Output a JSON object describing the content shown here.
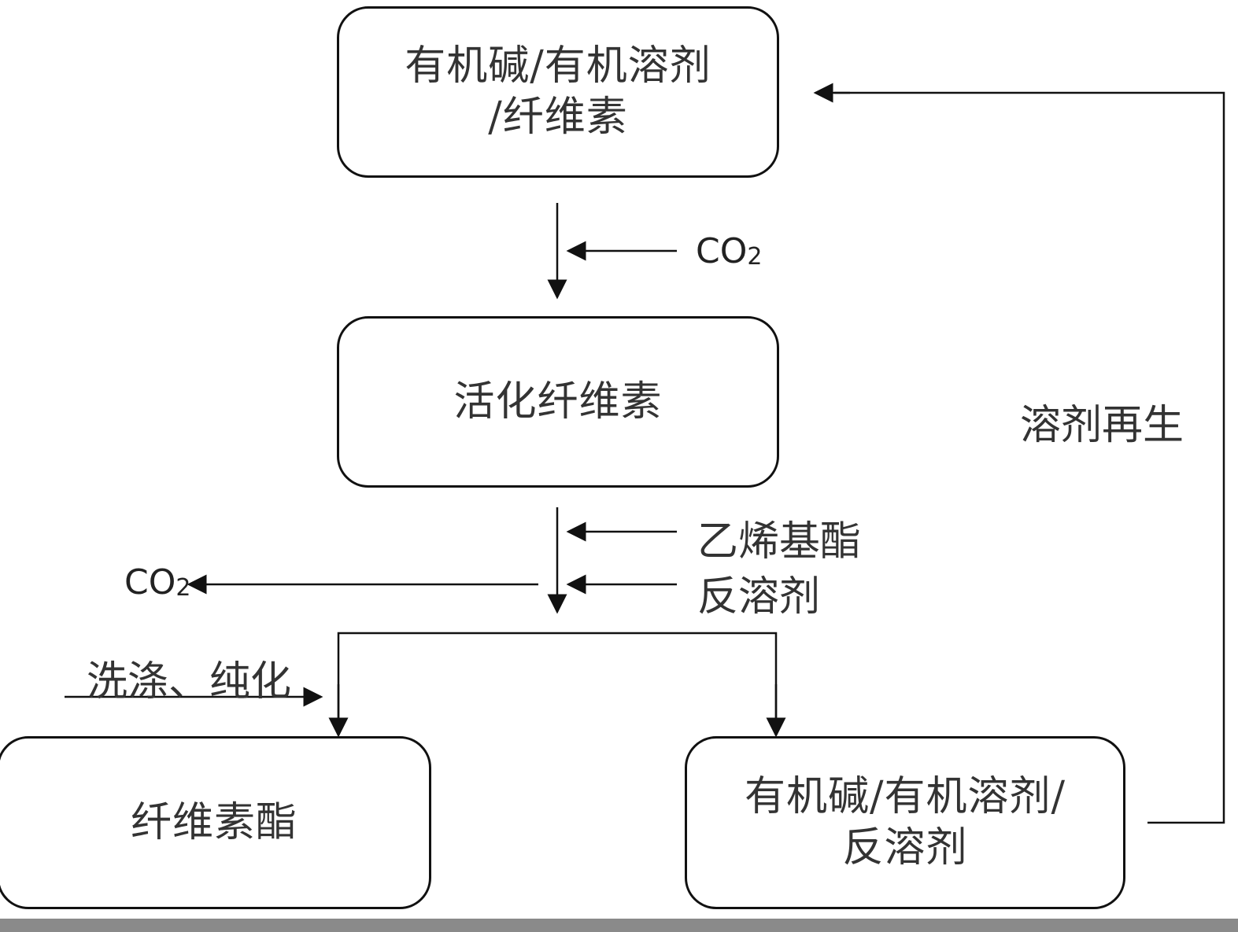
{
  "boxes": {
    "top": {
      "line1": "有机碱/有机溶剂",
      "line2": "/纤维素"
    },
    "middle": {
      "text": "活化纤维素"
    },
    "bottom_left": {
      "text": "纤维素酯"
    },
    "bottom_right": {
      "line1": "有机碱/有机溶剂/",
      "line2": "反溶剂"
    }
  },
  "labels": {
    "co2_in": {
      "main": "CO",
      "sub": "2"
    },
    "vinyl_ester": "乙烯基酯",
    "anti_solvent": "反溶剂",
    "co2_out": {
      "main": "CO",
      "sub": "2"
    },
    "wash_purify": "洗涤、纯化",
    "solvent_regen": "溶剂再生"
  }
}
